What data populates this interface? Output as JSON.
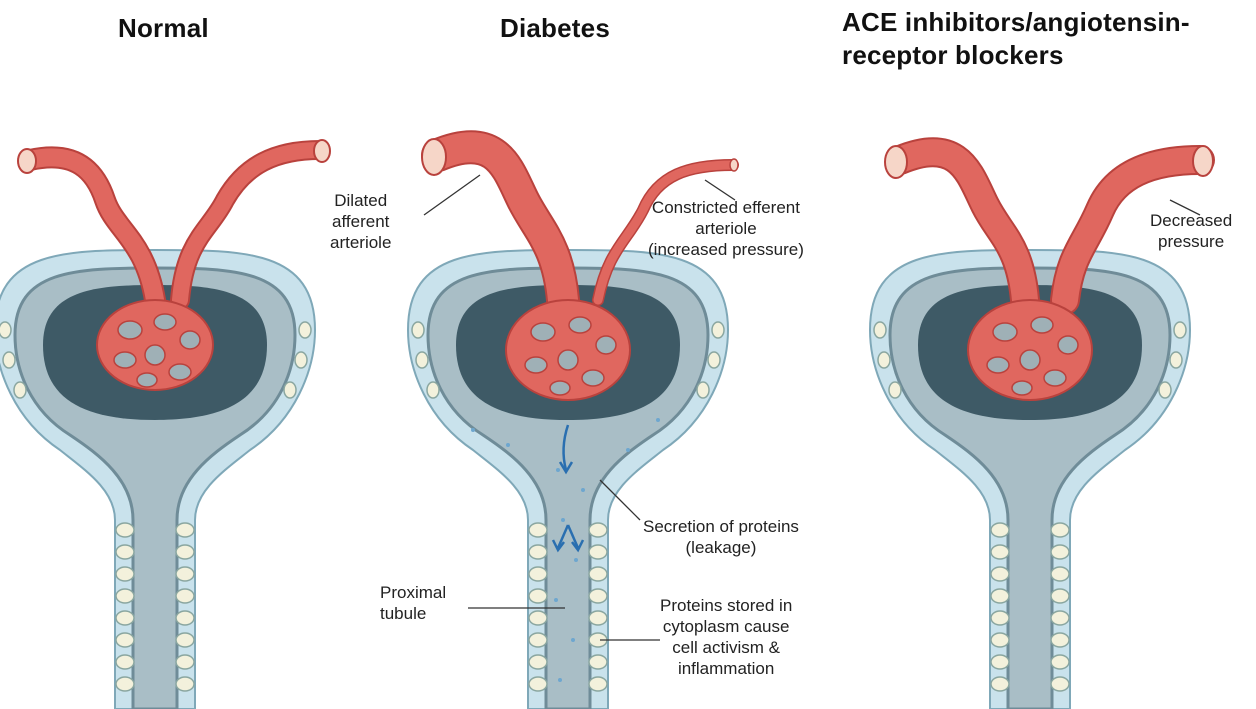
{
  "panels": [
    {
      "title": "Normal"
    },
    {
      "title": "Diabetes"
    },
    {
      "title_lines": [
        "ACE inhibitors/angiotensin-",
        "receptor blockers"
      ]
    }
  ],
  "labels": {
    "dilated": [
      "Dilated",
      "afferent",
      "arteriole"
    ],
    "constricted": [
      "Constricted efferent",
      "arteriole",
      "(increased pressure)"
    ],
    "secretion": [
      "Secretion of proteins",
      "(leakage)"
    ],
    "proximal": [
      "Proximal",
      "tubule"
    ],
    "stored": [
      "Proteins stored in",
      "cytoplasm cause",
      "cell activism &",
      "inflammation"
    ],
    "decreased": [
      "Decreased",
      "pressure"
    ]
  },
  "colors": {
    "vessel": "#e0675f",
    "vessel_dark": "#b9423d",
    "capsule_outer": "#c9e2ec",
    "capsule_inner": "#7f9aa5",
    "lumen": "#a3b9c1",
    "cell": "#f3f1dc",
    "arrow": "#2a6fb0"
  }
}
